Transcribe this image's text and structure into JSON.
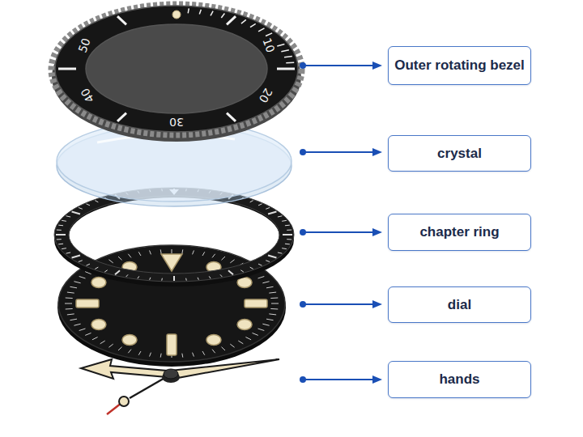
{
  "diagram": {
    "nodes": [
      {
        "text": [
          "Outer rotating bezel"
        ]
      },
      {
        "text": [
          "crystal"
        ]
      },
      {
        "text": [
          "chapter ring"
        ]
      },
      {
        "text": [
          "dial"
        ]
      },
      {
        "text": [
          "hands"
        ]
      }
    ],
    "labels": [
      "50",
      "10",
      "40",
      "20",
      "30"
    ]
  }
}
